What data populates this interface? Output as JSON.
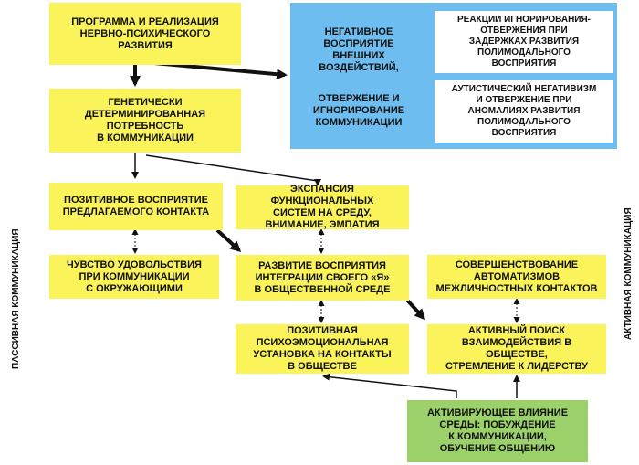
{
  "nodes": {
    "program": "ПРОГРАММА И РЕАЛИЗАЦИЯ\nНЕРВНО-ПСИХИЧЕСКОГО\nРАЗВИТИЯ",
    "genetic": "ГЕНЕТИЧЕСКИ\nДЕТЕРМИНИРОВАННАЯ\nПОТРЕБНОСТЬ\nВ КОММУНИКАЦИИ",
    "negative": "НЕГАТИВНОЕ\nВОСПРИЯТИЕ\nВНЕШНИХ\nВОЗДЕЙСТВИЙ,",
    "rejection": "ОТВЕРЖЕНИЕ И\nИГНОРИРОВАНИЕ\nКОММУНИКАЦИИ",
    "reactions": "РЕАКЦИИ ИГНОРИРОВАНИЯ-\nОТВЕРЖЕНИЯ ПРИ\nЗАДЕРЖКАХ РАЗВИТИЯ\nПОЛИМОДАЛЬНОГО\nВОСПРИЯТИЯ",
    "autistic": "АУТИСТИЧЕСКИЙ НЕГАТИВИЗМ\nИ ОТВЕРЖЕНИЕ ПРИ\nАНОМАЛИЯХ РАЗВИТИЯ\nПОЛИМОДАЛЬНОГО\nВОСПРИЯТИЯ",
    "positive_perception": "ПОЗИТИВНОЕ ВОСПРИЯТИЕ\nПРЕДЛАГАЕМОГО КОНТАКТА",
    "expansion": "ЭКСПАНСИЯ ФУНКЦИОНАЛЬНЫХ\nСИСТЕМ НА СРЕДУ,\nВНИМАНИЕ, ЭМПАТИЯ",
    "pleasure": "ЧУВСТВО УДОВОЛЬСТВИЯ\nПРИ КОММУНИКАЦИИ\nС ОКРУЖАЮЩИМИ",
    "self_development": "РАЗВИТИЕ ВОСПРИЯТИЯ\nИНТЕГРАЦИИ СВОЕГО «Я»\nВ ОБЩЕСТВЕННОЙ СРЕДЕ",
    "automatisms": "СОВЕРШЕНСТВОВАНИЕ\nАВТОМАТИЗМОВ\nМЕЖЛИЧНОСТНЫХ КОНТАКТОВ",
    "psychoemotional": "ПОЗИТИВНАЯ\nПСИХОЭМОЦИОНАЛЬНАЯ\nУСТАНОВКА НА КОНТАКТЫ\nВ ОБЩЕСТВЕ",
    "active_search": "АКТИВНЫЙ ПОИСК\nВЗАИМОДЕЙСТВИЯ В ОБЩЕСТВЕ,\nСТРЕМЛЕНИЕ К ЛИДЕРСТВУ",
    "activating": "АКТИВИРУЮЩЕЕ ВЛИЯНИЕ\nСРЕДЫ: ПОБУЖДЕНИЕ\nК КОММУНИКАЦИИ,\nОБУЧЕНИЕ ОБЩЕНИЮ"
  },
  "side_labels": {
    "left": "ПАССИВНАЯ КОММУНИКАЦИЯ",
    "right": "АКТИВНАЯ КОММУНИКАЦИЯ"
  },
  "colors": {
    "yellow": "#fbf35a",
    "blue": "#6dbdf0",
    "green": "#9bd06a",
    "arrow": "#111111"
  }
}
